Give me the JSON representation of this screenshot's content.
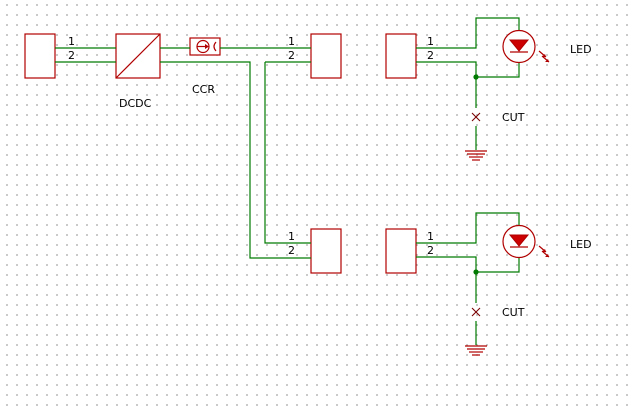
{
  "labels": {
    "dcdc": "DCDC",
    "ccr": "CCR",
    "led": "LED",
    "cut": "CUT",
    "pin1": "1",
    "pin2": "2"
  },
  "colors": {
    "wire": "#007a00",
    "component": "#b00000",
    "grid_dot": "#9a9a9a",
    "background": "#ffffff"
  }
}
